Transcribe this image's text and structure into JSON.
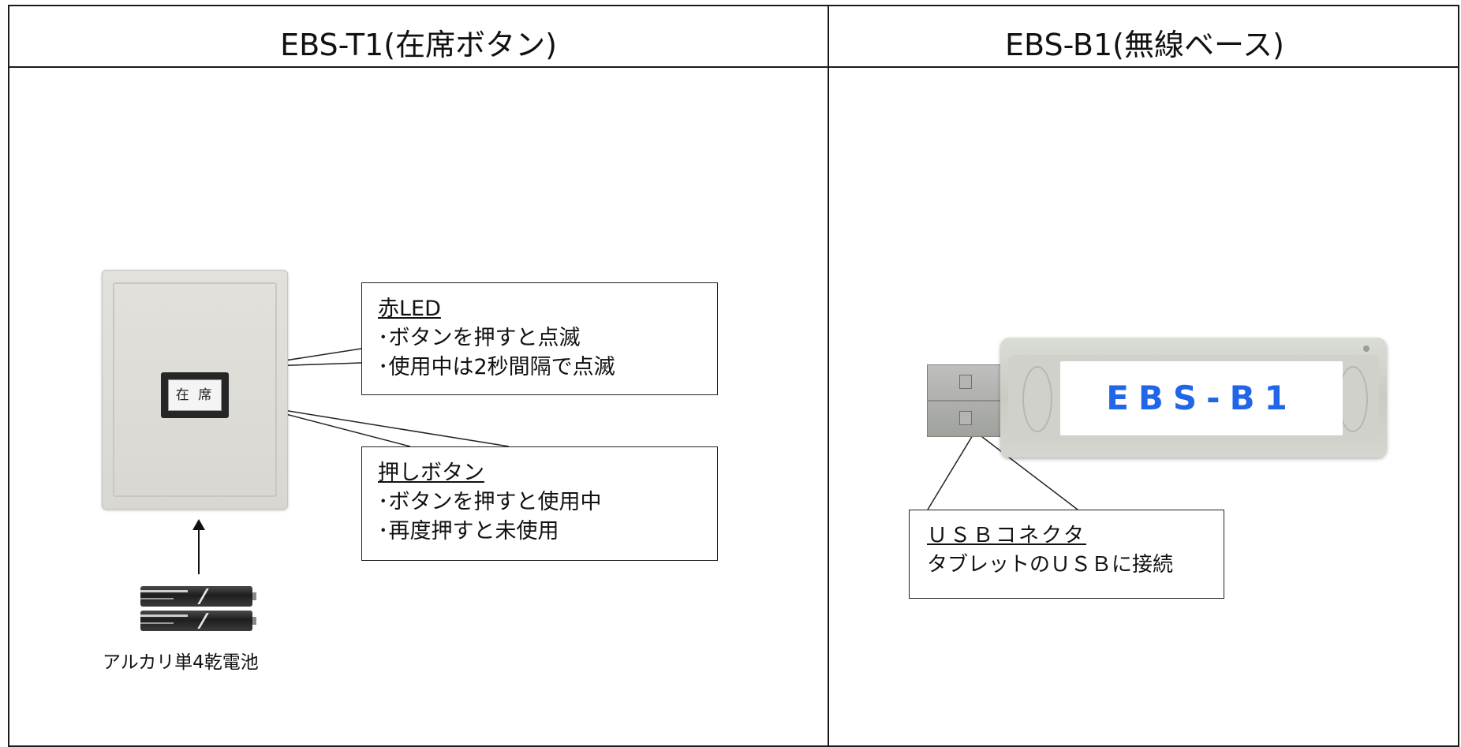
{
  "columns": {
    "left_title": "EBS-T1(在席ボタン)",
    "right_title": "EBS-B1(無線ベース)"
  },
  "device": {
    "button_label": "在 席"
  },
  "callouts": {
    "led": {
      "heading": "赤LED",
      "lines": [
        "･ボタンを押すと点滅",
        "･使用中は2秒間隔で点滅"
      ]
    },
    "button": {
      "heading": "押しボタン",
      "lines": [
        "･ボタンを押すと使用中",
        "･再度押すと未使用"
      ]
    },
    "usb": {
      "heading": "ＵＳＢコネクタ",
      "lines": [
        "タブレットのＵＳＢに接続"
      ]
    }
  },
  "battery": {
    "label": "アルカリ単4乾電池"
  },
  "usb_stick": {
    "model_text": "EBS-B1"
  },
  "colors": {
    "accent_text": "#2166e8",
    "border": "#1a1a1a"
  }
}
